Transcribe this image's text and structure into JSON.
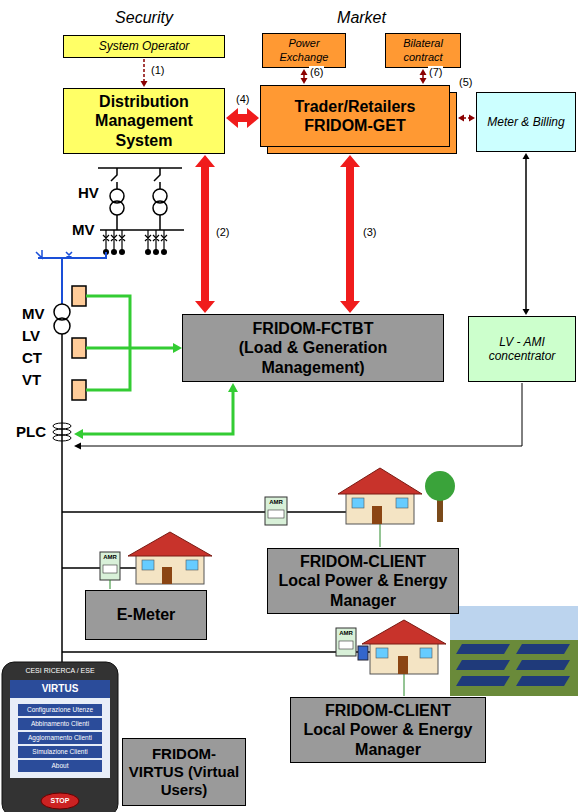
{
  "diagram": {
    "nodes": [
      {
        "text": [
          "System Operator"
        ]
      },
      {
        "text": [
          "Power Exchange"
        ]
      },
      {
        "text": [
          "Bilateral contract"
        ]
      },
      {
        "text": [
          "Distribution Management System"
        ]
      },
      {
        "text": [
          "Trader/Retailers FRIDOM-GET"
        ]
      },
      {
        "text": [
          "Meter & Billing"
        ]
      },
      {
        "text": [
          "FRIDOM-FCTBT",
          "(Load & Generation Management)"
        ]
      },
      {
        "text": [
          "LV - AMI concentrator"
        ]
      },
      {
        "text": [
          "E-Meter"
        ]
      },
      {
        "text": [
          "FRIDOM-CLIENT",
          "Local Power & Energy Manager"
        ]
      },
      {
        "text": [
          "FRIDOM-CLIENT",
          "Local Power & Energy Manager"
        ]
      },
      {
        "text": [
          "FRIDOM-VIRTUS (Virtual Users)"
        ]
      }
    ],
    "edges": [
      {
        "from": 0,
        "to": 3,
        "arrow": "to",
        "label": "(1)"
      },
      {
        "from": 3,
        "to": 6,
        "arrow": "both",
        "label": "(2)"
      },
      {
        "from": 4,
        "to": 6,
        "arrow": "both",
        "label": "(3)"
      },
      {
        "from": 3,
        "to": 4,
        "arrow": "both",
        "label": "(4)"
      },
      {
        "from": 4,
        "to": 5,
        "arrow": "both",
        "label": "(5)"
      },
      {
        "from": 1,
        "to": 4,
        "arrow": "both",
        "label": "(6)"
      },
      {
        "from": 2,
        "to": 4,
        "arrow": "both",
        "label": "(7)"
      },
      {
        "from": 5,
        "to": 7,
        "arrow": "both"
      }
    ],
    "labels": [
      "Security",
      "Market",
      "HV",
      "MV",
      "MV",
      "LV",
      "CT",
      "VT",
      "PLC",
      "AMR",
      "AMR",
      "AMR",
      "CESI RICERCA / ESE",
      "VIRTUS",
      "Configurazione Utenze",
      "Abbinamento Clienti",
      "Aggiornamento Clienti",
      "Simulazione Clienti",
      "About",
      "STOP"
    ]
  }
}
